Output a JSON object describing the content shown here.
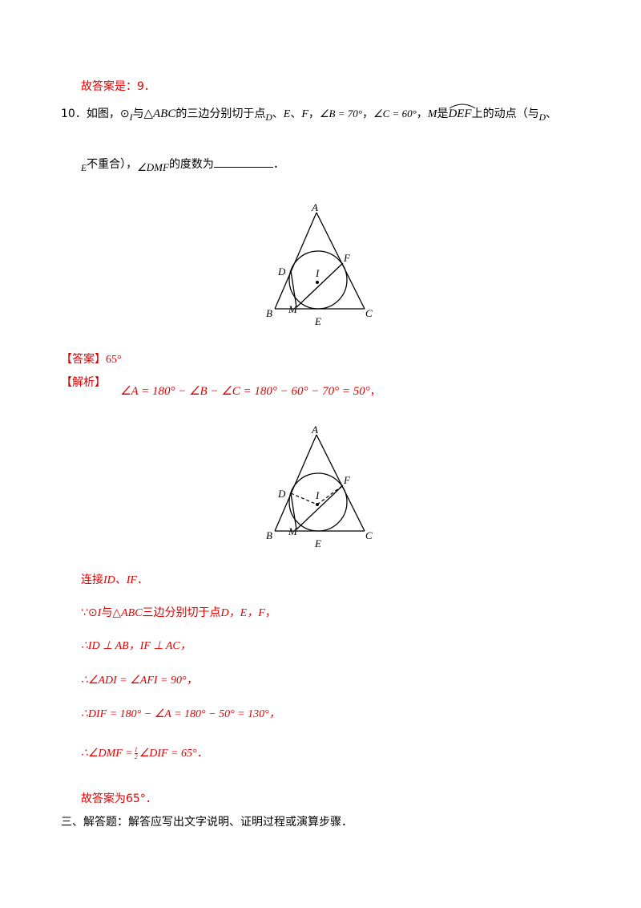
{
  "prev_answer": "故答案是：9．",
  "question": {
    "number": "10．",
    "text_intro": "如图，",
    "circle_symbol": "⊙",
    "circle_var": "I",
    "with": "与",
    "triangle_symbol": "△",
    "triangle_var": "ABC",
    "tangent_text": "的三边分别切于点",
    "point_D": "D",
    "sep1": "、",
    "point_E": "E",
    "sep2": "、",
    "point_F": "F",
    "comma1": "，",
    "angle_B": "∠B = 70°",
    "comma2": "，",
    "angle_C": "∠C = 60°",
    "comma3": "，",
    "point_M": "M",
    "is": "是",
    "arc_DEF": "DEF",
    "moving_point": "上的动点（与",
    "paren_D": "D",
    "sep3": "、",
    "paren_E": "E",
    "not_coincide": "不重合），",
    "angle_DMF": "∠DMF",
    "degree_text": "的度数为",
    "period": "．"
  },
  "figure1_labels": {
    "A": "A",
    "B": "B",
    "C": "C",
    "D": "D",
    "E": "E",
    "F": "F",
    "I": "I",
    "M": "M"
  },
  "figure2_labels": {
    "A": "A",
    "B": "B",
    "C": "C",
    "D": "D",
    "E": "E",
    "F": "F",
    "I": "I",
    "M": "M"
  },
  "answer": {
    "label": "【答案】",
    "value": "65°"
  },
  "analysis": {
    "label": "【解析】",
    "line1": "∠A = 180° − ∠B − ∠C = 180° − 60° − 70° = 50°",
    "line1_end": "，"
  },
  "solution": {
    "connect": "连接",
    "connect_vars": "ID、IF",
    "connect_end": "．",
    "because": "∵⊙",
    "because_I": "I",
    "because_with": "与△",
    "because_ABC": "ABC",
    "because_text": "三边分别切于点",
    "because_points": "D，E，F",
    "because_end": "，",
    "step1": "∴ID ⊥ AB，IF ⊥ AC，",
    "step2": "∴∠ADI = ∠AFI = 90°，",
    "step3": "∴DIF = 180° − ∠A = 180° − 50° = 130°，",
    "step4_a": "∴∠DMF =",
    "step4_num": "1",
    "step4_den": "2",
    "step4_b": "∠DIF = 65°．",
    "conclusion": "故答案为65°．"
  },
  "section3": "三、解答题：解答应写出文字说明、证明过程或演算步骤．"
}
